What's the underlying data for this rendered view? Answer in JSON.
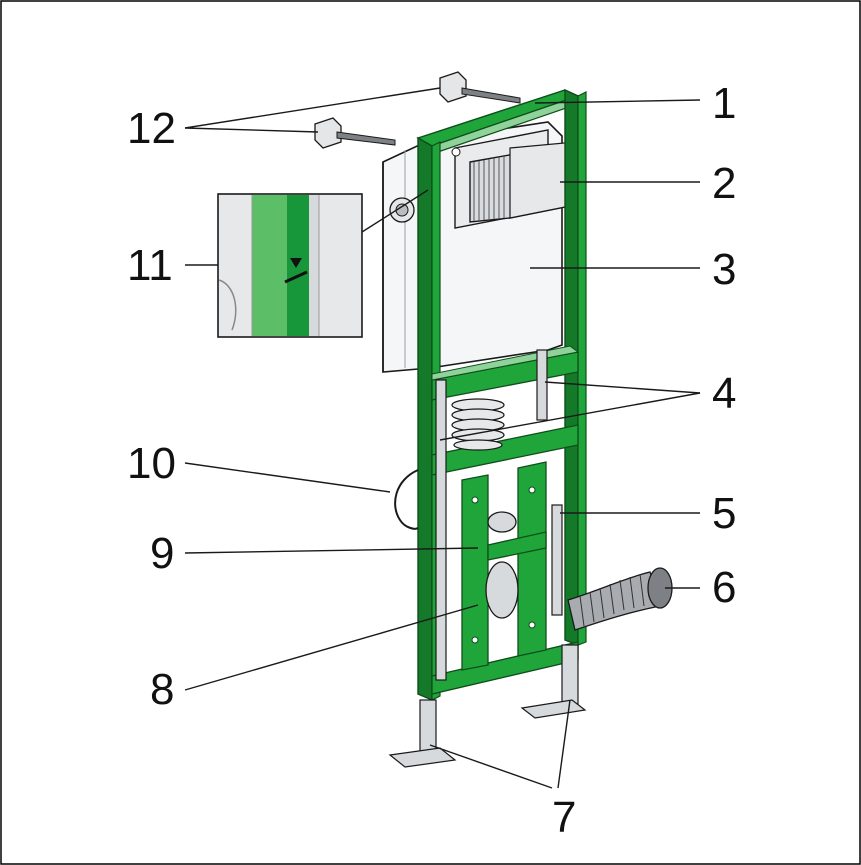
{
  "colors": {
    "frame_green": "#1fa53a",
    "frame_green_dark": "#147a2a",
    "frame_green_light": "#8fd39a",
    "cistern_white": "#f5f6f7",
    "metal_grey": "#c9ccd0",
    "outline": "#1a1a1a",
    "border": "#000000"
  },
  "callouts": [
    {
      "id": "1",
      "label": "1"
    },
    {
      "id": "2",
      "label": "2"
    },
    {
      "id": "3",
      "label": "3"
    },
    {
      "id": "4",
      "label": "4"
    },
    {
      "id": "5",
      "label": "5"
    },
    {
      "id": "6",
      "label": "6"
    },
    {
      "id": "7",
      "label": "7"
    },
    {
      "id": "8",
      "label": "8"
    },
    {
      "id": "9",
      "label": "9"
    },
    {
      "id": "10",
      "label": "10"
    },
    {
      "id": "11",
      "label": "11"
    },
    {
      "id": "12",
      "label": "12"
    }
  ]
}
